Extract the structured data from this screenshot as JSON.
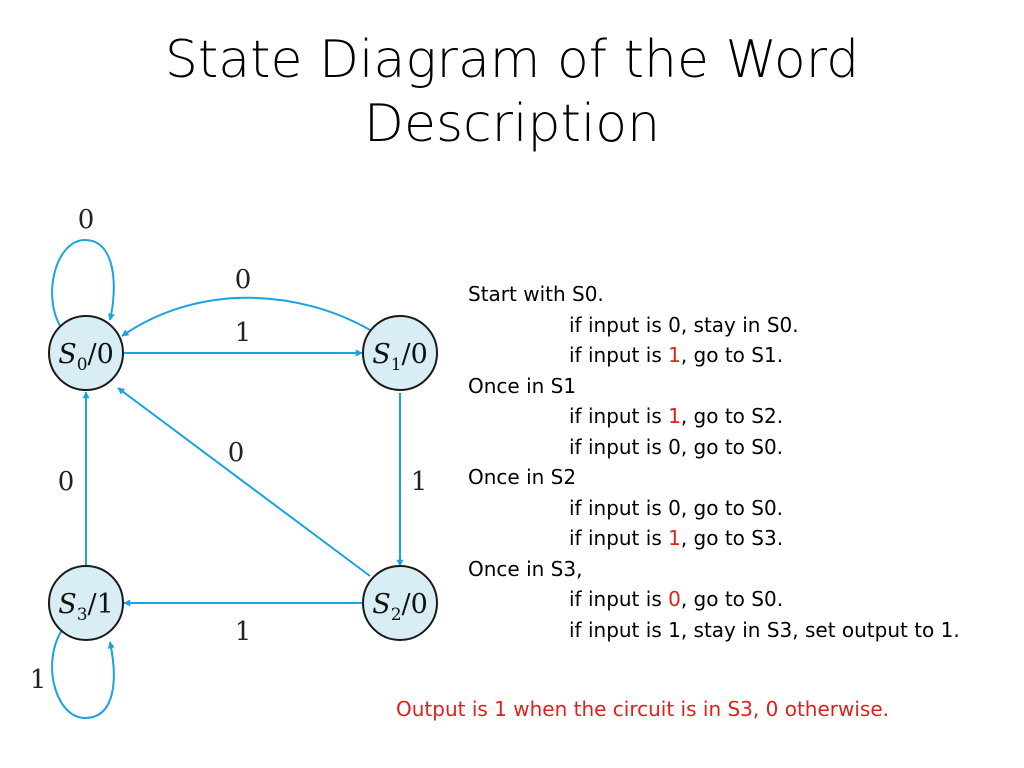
{
  "title": {
    "line1": "State Diagram of the Word",
    "line2": "Description"
  },
  "diagram": {
    "accent_color": "#1aa3dc",
    "state_fill": "#d9edf5",
    "states": [
      {
        "name": "S",
        "sub": "0",
        "output": "0"
      },
      {
        "name": "S",
        "sub": "1",
        "output": "0"
      },
      {
        "name": "S",
        "sub": "2",
        "output": "0"
      },
      {
        "name": "S",
        "sub": "3",
        "output": "1"
      }
    ],
    "transitions": [
      {
        "label": "0",
        "note": "S0 self-loop"
      },
      {
        "label": "0",
        "note": "S1 to S0"
      },
      {
        "label": "1",
        "note": "S0 to S1"
      },
      {
        "label": "1",
        "note": "S1 to S2"
      },
      {
        "label": "0",
        "note": "S2 to S0"
      },
      {
        "label": "0",
        "note": "S3 to S0"
      },
      {
        "label": "1",
        "note": "S2 to S3"
      },
      {
        "label": "1",
        "note": "S3 self-loop"
      }
    ]
  },
  "description": {
    "highlight_color": "#e0201b",
    "lines": [
      {
        "indent": false,
        "pre": "Start with S0.",
        "hl": "",
        "post": ""
      },
      {
        "indent": true,
        "pre": "if input is 0, stay in S0.",
        "hl": "",
        "post": ""
      },
      {
        "indent": true,
        "pre": "if input is ",
        "hl": "1",
        "post": ", go to S1."
      },
      {
        "indent": false,
        "pre": "Once in S1",
        "hl": "",
        "post": ""
      },
      {
        "indent": true,
        "pre": "if input is ",
        "hl": "1",
        "post": ", go to S2."
      },
      {
        "indent": true,
        "pre": "if input is 0, go to S0.",
        "hl": "",
        "post": ""
      },
      {
        "indent": false,
        "pre": "Once in S2",
        "hl": "",
        "post": ""
      },
      {
        "indent": true,
        "pre": "if input is 0, go to S0.",
        "hl": "",
        "post": ""
      },
      {
        "indent": true,
        "pre": "if input is ",
        "hl": "1",
        "post": ", go to S3."
      },
      {
        "indent": false,
        "pre": "Once in S3,",
        "hl": "",
        "post": ""
      },
      {
        "indent": true,
        "pre": "if input is ",
        "hl": "0",
        "post": ", go to S0."
      },
      {
        "indent": true,
        "pre": "if input is 1, stay in S3, set output to 1.",
        "hl": "",
        "post": ""
      }
    ]
  },
  "summary": "Output is 1 when the circuit is in S3, 0 otherwise."
}
